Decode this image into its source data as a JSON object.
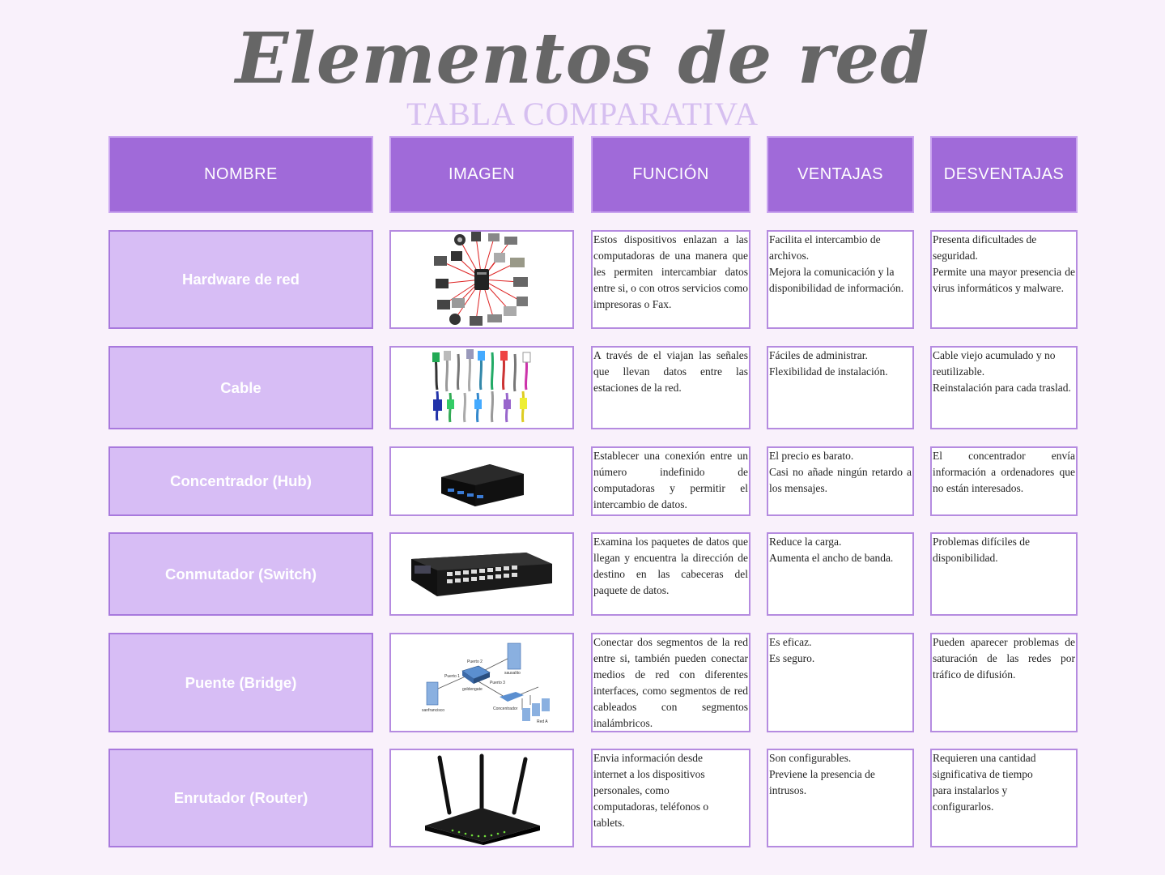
{
  "title": "Elementos de red",
  "subtitle": "TABLA COMPARATIVA",
  "headers": {
    "name": "NOMBRE",
    "image": "IMAGEN",
    "function": "FUNCIÓN",
    "advantages": "VENTAJAS",
    "disadvantages": "DESVENTAJAS"
  },
  "rows": [
    {
      "name": "Hardware de red",
      "image_icon": "network-hardware-icon",
      "function": "Estos dispositivos enlazan a las computadoras de una manera que les permiten intercambiar datos entre si, o con otros servicios como impresoras o Fax.",
      "advantages": [
        "Facilita el intercambio de archivos.",
        "Mejora la comunicación y la disponibilidad de información."
      ],
      "disadvantages": [
        "Presenta dificultades de seguridad.",
        "Permite una mayor presencia de virus informáticos y malware."
      ]
    },
    {
      "name": "Cable",
      "image_icon": "network-cables-icon",
      "function": "A través de el viajan las señales que llevan datos entre las estaciones de la red.",
      "advantages": [
        "Fáciles de administrar.",
        "Flexibilidad de instalación."
      ],
      "disadvantages": [
        "Cable viejo acumulado y no reutilizable.",
        "Reinstalación para cada traslad."
      ]
    },
    {
      "name": "Concentrador (Hub)",
      "image_icon": "hub-icon",
      "function": "Establecer una conexión entre un número indefinido de computadoras y permitir el intercambio de datos.",
      "advantages": [
        "El precio es barato.",
        "Casi no añade ningún retardo a los mensajes."
      ],
      "disadvantages": [
        "El concentrador envía información a ordenadores que no están interesados."
      ]
    },
    {
      "name": "Conmutador (Switch)",
      "image_icon": "switch-icon",
      "function": "Examina los paquetes de datos que llegan y encuentra la dirección de destino en las cabeceras del paquete de datos.",
      "advantages": [
        "Reduce la carga.",
        "Aumenta el ancho de banda."
      ],
      "disadvantages": [
        "Problemas difíciles de disponibilidad."
      ]
    },
    {
      "name": "Puente (Bridge)",
      "image_icon": "bridge-diagram-icon",
      "image_labels": [
        "Puerto 2",
        "Puerto 1",
        "Puerto 3",
        "sausalito",
        "goldengate",
        "sanfrancisco",
        "Concentrador",
        "Red A"
      ],
      "function": "Conectar dos segmentos de la red entre si, también pueden conectar medios de red con diferentes interfaces, como segmentos de red cableados con segmentos inalámbricos.",
      "advantages": [
        "Es eficaz.",
        "Es seguro."
      ],
      "disadvantages": [
        "Pueden aparecer problemas de saturación de las redes por tráfico de difusión."
      ]
    },
    {
      "name": "Enrutador (Router)",
      "image_icon": "router-icon",
      "function": "Envia información desde internet a los dispositivos personales, como computadoras, teléfonos o tablets.",
      "advantages": [
        "Son configurables.",
        "Previene la presencia de intrusos."
      ],
      "disadvantages": [
        "Requieren una cantidad significativa de tiempo para instalarlos y configurarlos."
      ]
    }
  ],
  "colors": {
    "background": "#f9f1fb",
    "header_fill": "#a06ad9",
    "name_fill": "#d7bdf5",
    "title": "#666666",
    "subtitle": "#d6bff0"
  }
}
